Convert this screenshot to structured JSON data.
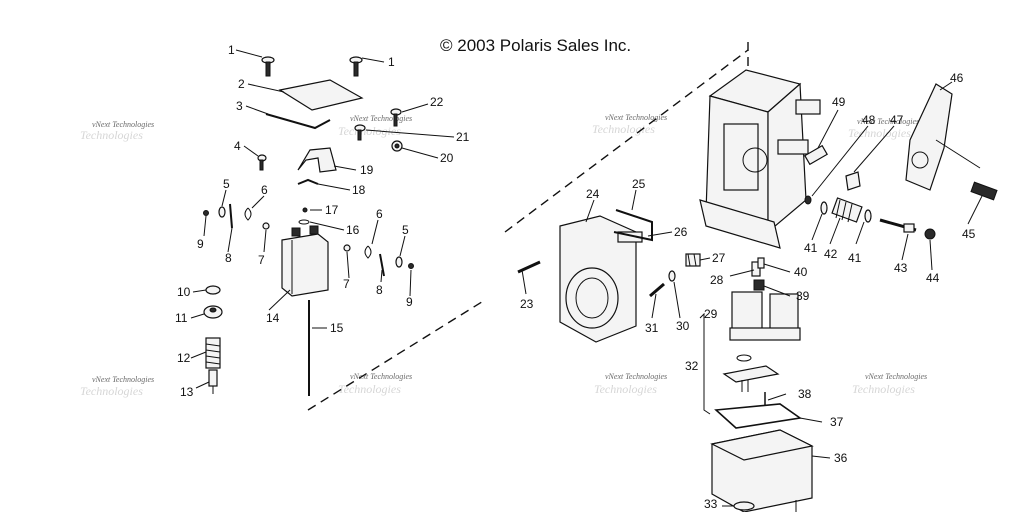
{
  "copyright": "© 2003 Polaris Sales Inc.",
  "watermark": "vNext Technologies",
  "watermark_ghost": "Technologies",
  "callouts": [
    "1",
    "1",
    "2",
    "3",
    "22",
    "21",
    "20",
    "4",
    "19",
    "18",
    "17",
    "16",
    "5",
    "6",
    "6",
    "5",
    "9",
    "8",
    "7",
    "7",
    "8",
    "9",
    "10",
    "11",
    "14",
    "15",
    "12",
    "13",
    "46",
    "49",
    "48",
    "47",
    "41",
    "42",
    "41",
    "43",
    "44",
    "45",
    "24",
    "25",
    "26",
    "27",
    "23",
    "28",
    "40",
    "39",
    "31",
    "30",
    "29",
    "32",
    "38",
    "37",
    "36",
    "33"
  ]
}
